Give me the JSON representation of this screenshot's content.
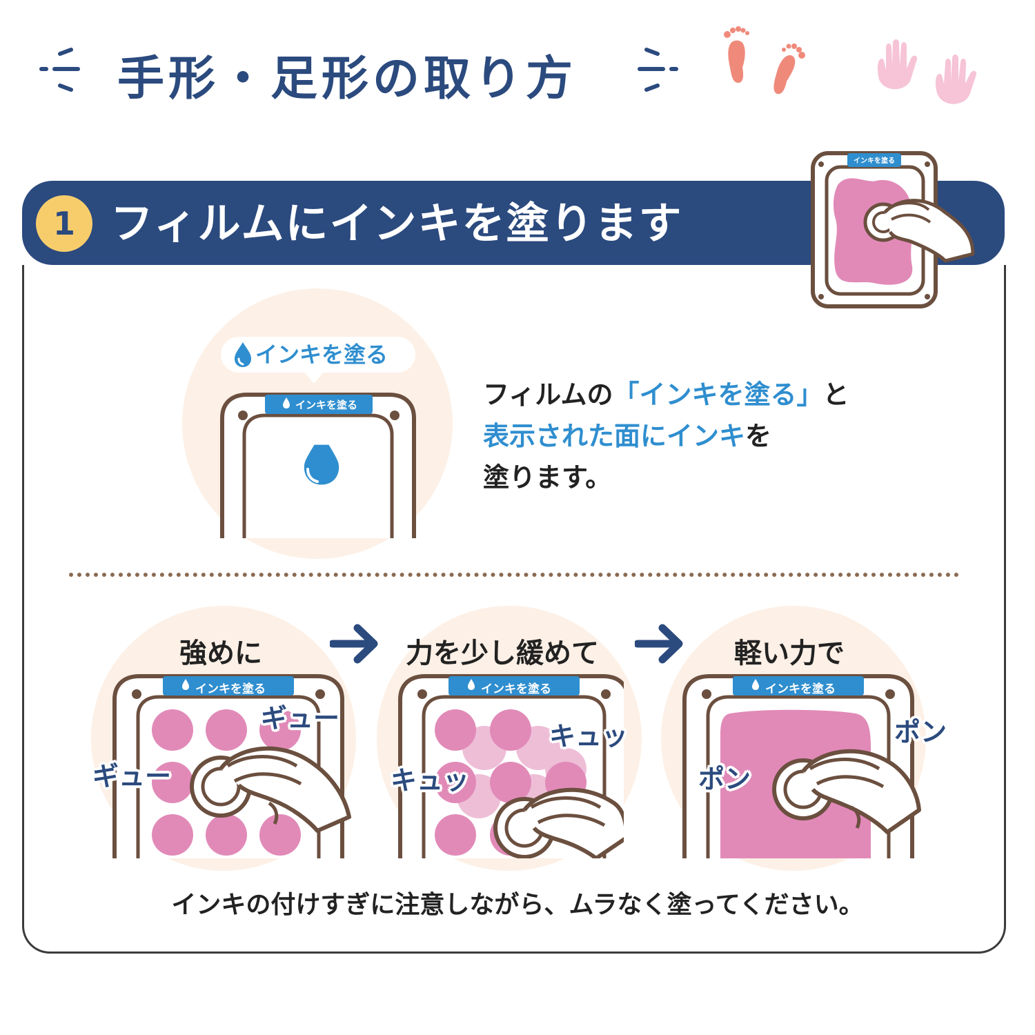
{
  "header": {
    "title": "手形・足形の取り方"
  },
  "step": {
    "number": "1",
    "title": "フィルムにインキを塗ります"
  },
  "film_tag": "インキを塗る",
  "bubble_label": "インキを塗る",
  "description": {
    "line1_pre": "フィルムの",
    "line1_highlight": "「インキを塗る」",
    "line1_post": "と",
    "line2_highlight": "表示された面にインキ",
    "line2_post": "を",
    "line3": "塗ります。"
  },
  "stages": [
    {
      "label": "強めに",
      "sfx_a": "ギュー",
      "sfx_b": "ギュー"
    },
    {
      "label": "力を少し緩めて",
      "sfx_a": "キュッ",
      "sfx_b": "キュッ"
    },
    {
      "label": "軽い力で",
      "sfx_a": "ポン",
      "sfx_b": "ポン"
    }
  ],
  "note": "インキの付けすぎに注意しながら、ムラなく塗ってください。",
  "colors": {
    "navy": "#2b4a7e",
    "accent_yellow": "#f7cd6c",
    "ink_blue": "#2f8ecf",
    "ink_pink": "#e18ab8",
    "peach": "#fdf0e6",
    "frame_brown": "#6b4f3f",
    "footprint": "#ef8a7b",
    "handprint": "#f6c4d6"
  },
  "icons": [
    "speed-lines-icon",
    "footprints-icon",
    "handprints-icon",
    "water-drop-icon",
    "arrow-right-icon",
    "roller-hand-icon"
  ]
}
